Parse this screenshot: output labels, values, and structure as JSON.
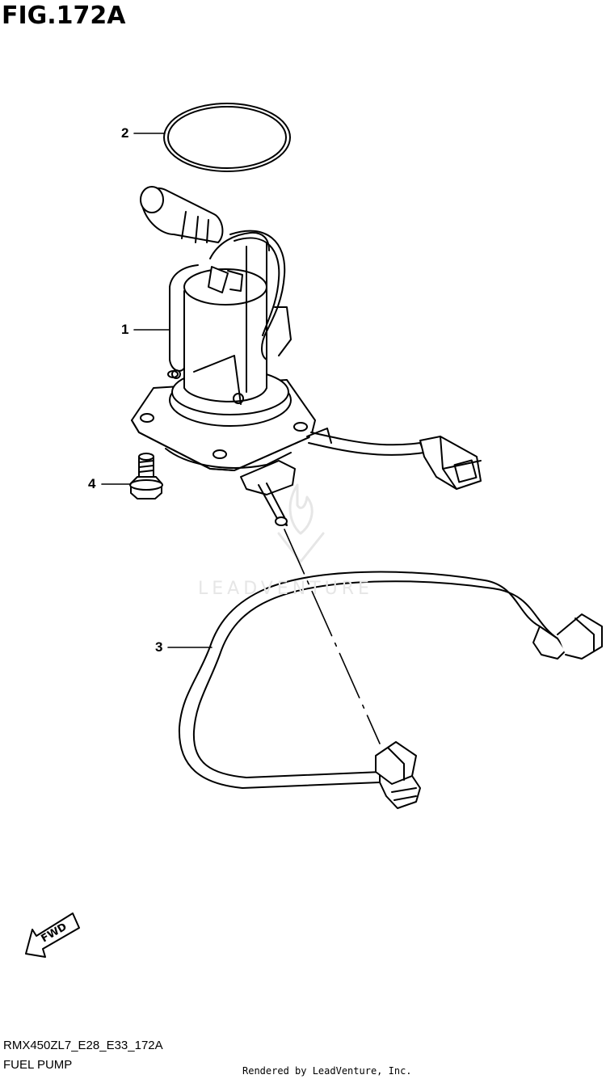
{
  "figure": {
    "title": "FIG.172A",
    "code": "RMX450ZL7_E28_E33_172A",
    "name": "FUEL PUMP"
  },
  "callouts": [
    {
      "number": "1",
      "part": "fuel-pump-assembly"
    },
    {
      "number": "2",
      "part": "o-ring"
    },
    {
      "number": "3",
      "part": "fuel-hose"
    },
    {
      "number": "4",
      "part": "bolt"
    }
  ],
  "direction_marker": {
    "label": "FWD"
  },
  "watermark": {
    "text": "LEADVENTURE"
  },
  "footer": {
    "credit": "Rendered by LeadVenture, Inc."
  }
}
